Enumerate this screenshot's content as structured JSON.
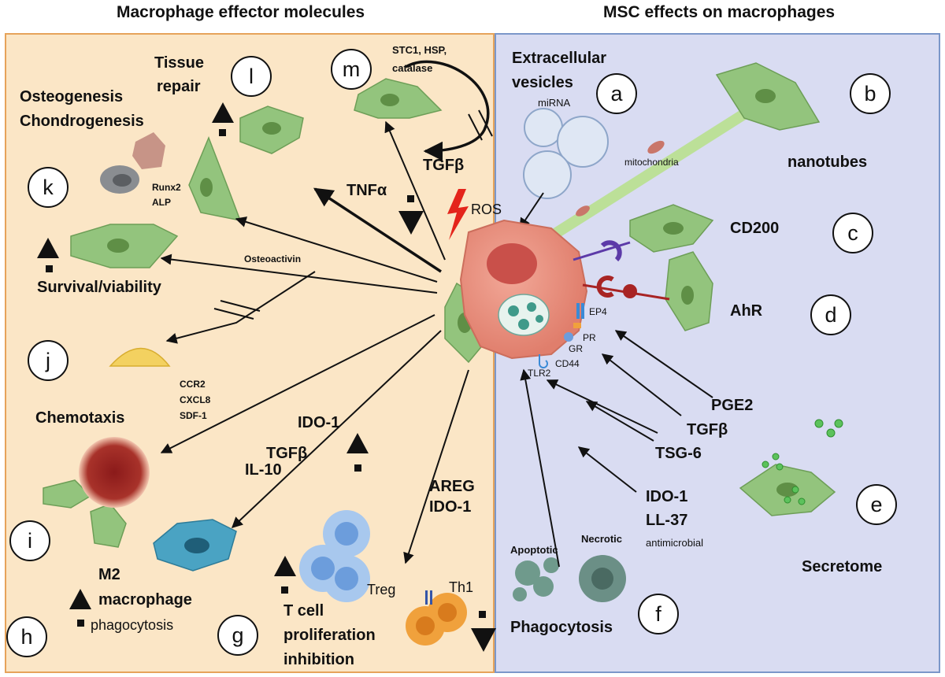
{
  "headers": {
    "left": "Macrophage effector molecules",
    "right": "MSC effects on macrophages"
  },
  "circle_labels": {
    "a": "a",
    "b": "b",
    "c": "c",
    "d": "d",
    "e": "e",
    "f": "f",
    "g": "g",
    "h": "h",
    "i": "i",
    "j": "j",
    "k": "k",
    "l": "l",
    "m": "m"
  },
  "left_labels": {
    "tissue_repair_1": "Tissue",
    "tissue_repair_2": "repair",
    "stc1": "STC1, HSP,",
    "catalase": "catalase",
    "osteogenesis": "Osteogenesis",
    "chondrogenesis": "Chondrogenesis",
    "runx2": "Runx2",
    "alp": "ALP",
    "tnfa": "TNFα",
    "tgfb_top": "TGFβ",
    "ros": "ROS",
    "osteoactivin": "Osteoactivin",
    "survival": "Survival/viability",
    "ccr2": "CCR2",
    "cxcl8": "CXCL8",
    "sdf1": "SDF-1",
    "chemotaxis": "Chemotaxis",
    "ido1_left": "IDO-1",
    "tgfb_left": "TGFβ",
    "il10": "IL-10",
    "areg": "AREG",
    "ido1_mid": "IDO-1",
    "m2_1": "M2",
    "m2_2": "macrophage",
    "phagocytosis_small": "phagocytosis",
    "tcell_1": "T cell",
    "tcell_2": "proliferation",
    "tcell_3": "inhibition",
    "treg": "Treg",
    "th1": "Th1"
  },
  "right_labels": {
    "ev_1": "Extracellular",
    "ev_2": "vesicles",
    "mirna": "miRNA",
    "mitochondria": "mitochondria",
    "nanotubes": "nanotubes",
    "cd200": "CD200",
    "ahr": "AhR",
    "ep4": "EP4",
    "pr": "PR",
    "gr": "GR",
    "cd44": "CD44",
    "tlr2": "TLR2",
    "pge2": "PGE2",
    "tgfb_right": "TGFβ",
    "tsg6": "TSG-6",
    "ido1_right": "IDO-1",
    "ll37": "LL-37",
    "antimicrobial": "antimicrobial",
    "secretome": "Secretome",
    "apoptotic": "Apoptotic",
    "necrotic": "Necrotic",
    "phagocytosis": "Phagocytosis"
  },
  "colors": {
    "left_bg": "#fbe6c6",
    "right_bg": "#d9dcf2",
    "msc_green": "#93c47d",
    "macrophage": "#e8907e",
    "m2_blue": "#4aa3c3",
    "treg_blue": "#a8c8ee",
    "th1_orange": "#f0a13c"
  }
}
